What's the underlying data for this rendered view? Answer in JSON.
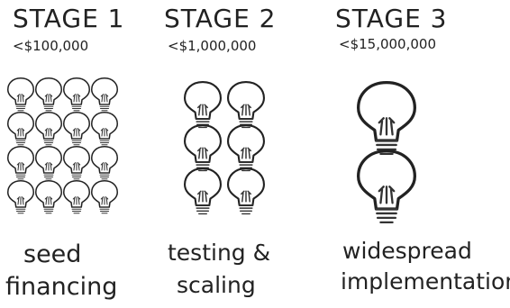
{
  "stages": [
    {
      "title": "STAGE 1",
      "budget": "<$100,000",
      "caption_lines": [
        "seed",
        "financing"
      ],
      "bulb_count": 16
    },
    {
      "title": "STAGE 2",
      "budget": "<$1,000,000",
      "caption_lines": [
        "testing &",
        "scaling"
      ],
      "bulb_count": 6
    },
    {
      "title": "STAGE 3",
      "budget": "<$15,000,000",
      "caption_lines": [
        "widespread",
        "implementation"
      ],
      "bulb_count": 2
    }
  ],
  "icons": {
    "bulb": "lightbulb-icon"
  }
}
